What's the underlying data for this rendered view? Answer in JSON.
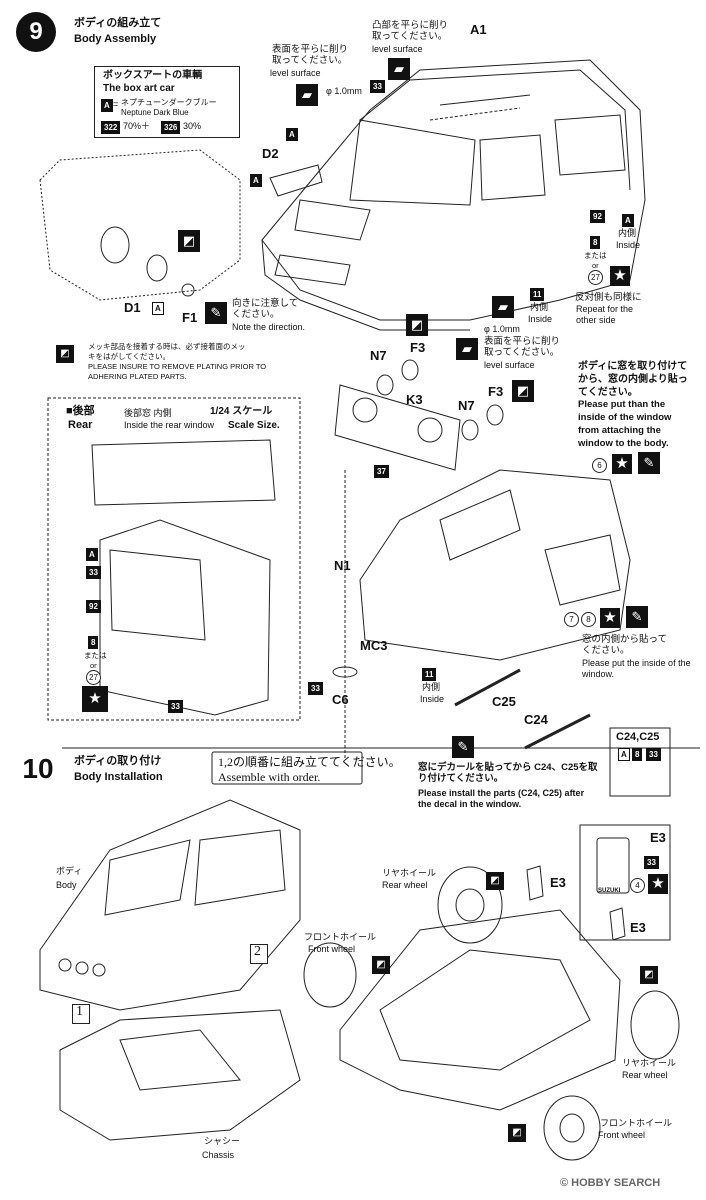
{
  "step9": {
    "number": "9",
    "title_jp": "ボディの組み立て",
    "title_en": "Body Assembly",
    "boxart": {
      "title_jp": "ボックスアートの車輌",
      "title_en": "The box art car",
      "color_code": "A",
      "color_jp": "ネプチューンダークブルー",
      "color_en": "Neptune Dark Blue",
      "mix_a": "322",
      "mix_a_pct": "70%＋",
      "mix_b": "326",
      "mix_b_pct": "30%"
    },
    "level1_jp": "凸部を平らに削り取ってください。",
    "level_en": "level surface",
    "level2_jp": "表面を平らに削り取ってください。",
    "phi": "φ 1.0mm",
    "direction_jp": "向きに注意してください。",
    "direction_en": "Note the direction.",
    "plating_jp": "メッキ部品を接着する時は、必ず接着面のメッキをはがしてください。",
    "plating_en": "PLEASE INSURE TO REMOVE PLATING PRIOR TO ADHERING PLATED PARTS.",
    "inside_jp": "内側",
    "inside_en": "Inside",
    "or_jp": "または",
    "or_en": "or",
    "repeat_jp": "反対側も同様に",
    "repeat_en": "Repeat for the other side",
    "window_jp": "ボディに窓を取り付けてから、窓の内側より貼ってください。",
    "window_en": "Please put than the inside of the window from attaching the window to the body.",
    "inside_window_jp": "窓の内側から貼ってください。",
    "inside_window_en": "Please put the inside of the window.",
    "decal_jp": "窓にデカールを貼ってから C24、C25を取り付けてください。",
    "decal_en": "Please install the parts (C24, C25) after the decal in the window.",
    "rear_box": {
      "title_jp": "■後部",
      "title_en": "Rear",
      "window_jp": "後部窓 内側",
      "window_en": "Inside the rear window",
      "scale_jp": "1/24 スケール",
      "scale_en": "Scale Size."
    },
    "parts": [
      "A1",
      "D2",
      "D1",
      "F1",
      "N7",
      "F3",
      "K3",
      "N7",
      "F3",
      "N1",
      "MC3",
      "C6",
      "C25",
      "C24",
      "C24,C25"
    ],
    "codes": {
      "a": "A",
      "c33": "33",
      "c92": "92",
      "c8": "8",
      "c27": "27",
      "c11": "11",
      "c37": "37",
      "c6": "6",
      "c7": "7"
    }
  },
  "step10": {
    "number": "10",
    "title_jp": "ボディの取り付け",
    "title_en": "Body Installation",
    "order_jp": "1,2の順番に組み立ててください。",
    "order_en": "Assemble with order.",
    "body_jp": "ボディ",
    "body_en": "Body",
    "chassis_jp": "シャシー",
    "chassis_en": "Chassis",
    "rear_wheel_jp": "リヤホイール",
    "rear_wheel_en": "Rear wheel",
    "front_wheel_jp": "フロントホイール",
    "front_wheel_en": "Front wheel",
    "n1": "1",
    "n2": "2",
    "e3": "E3",
    "c33": "33",
    "c4": "4",
    "suzuki": "SUZUKI"
  },
  "watermark": "© HOBBY SEARCH",
  "icons": [
    "star-icon",
    "glue-icon",
    "plated-part-icon",
    "file-icon"
  ]
}
